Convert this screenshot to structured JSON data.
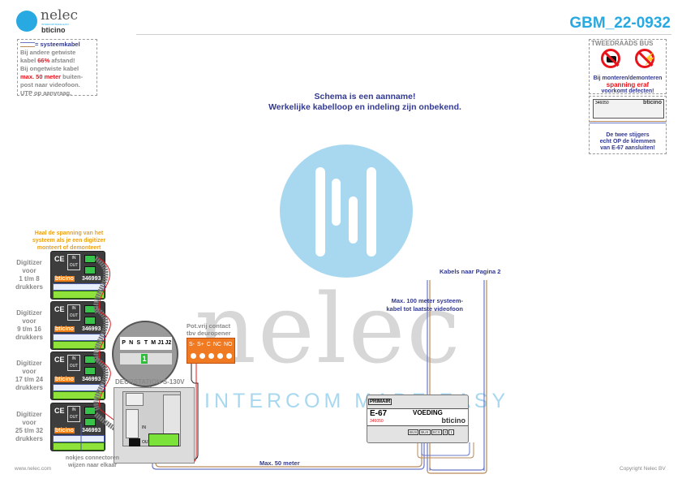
{
  "header": {
    "logo_name": "nelec",
    "logo_tagline": "INTERCOM MADE EASY",
    "logo_brand": "bticino",
    "doc_code": "GBM_22-0932"
  },
  "cable_note": {
    "legend": "= systeemkabel",
    "line1": "Bij andere getwiste",
    "line2_pre": "kabel ",
    "line2_hl": "66%",
    "line2_post": " afstand!",
    "line3": "Bij ongetwiste kabel",
    "line4_hl": "max. 50 meter",
    "line4_post": " buiten-",
    "line5": "post naar videofoon.",
    "line6": "UTP op aanvraag."
  },
  "notice": {
    "line1": "Schema is een aanname!",
    "line2": "Werkelijke kabelloop en indeling zijn onbekend."
  },
  "bus_warning": {
    "title": "TWEEDRAADS BUS",
    "line1": "Bij monteren/demonteren",
    "line2": "spanning eraf",
    "line3": "voorkomt defecten!",
    "module_code": "346050",
    "module_brand": "bticino",
    "riser_line1": "De twee stijgers",
    "riser_line2": "echt OP de klemmen",
    "riser_line3": "van E-67 aansluiten!"
  },
  "digitizer_note": {
    "line1": "Haal de spanning van het",
    "line2": "systeem als je een digitizer",
    "line3": "monteert of demonteert"
  },
  "digitizers": [
    {
      "l1": "Digitizer",
      "l2": "voor",
      "l3": "1 t/m 8",
      "l4": "drukkers",
      "code": "346993"
    },
    {
      "l1": "Digitizer",
      "l2": "voor",
      "l3": "9 t/m 16",
      "l4": "drukkers",
      "code": "346993"
    },
    {
      "l1": "Digitizer",
      "l2": "voor",
      "l3": "17 t/m 24",
      "l4": "drukkers",
      "code": "346993"
    },
    {
      "l1": "Digitizer",
      "l2": "voor",
      "l3": "25 t/m 32",
      "l4": "drukkers",
      "code": "346993"
    }
  ],
  "digitizer_ce": "CE",
  "digitizer_in": "IN",
  "digitizer_out": "OUT",
  "digitizer_brand": "bticino",
  "connector_note": {
    "line1": "nokjes connectoren",
    "line2": "wijzen naar elkaar"
  },
  "dip_switch": {
    "labels": [
      "P",
      "N",
      "S",
      "T",
      "M",
      "J1",
      "J2"
    ],
    "selected": "1"
  },
  "door_station": {
    "title": "DEURSTATION S-130V",
    "in": "IN",
    "out": "OUT"
  },
  "relay": {
    "line1": "Pot.vrij contact",
    "line2": "tbv deuropener",
    "terminals": [
      "S-",
      "S+",
      "C",
      "NC",
      "NO"
    ]
  },
  "power_supply": {
    "primary": "PRIMAIR",
    "model": "E-67",
    "label": "VOEDING",
    "code": "346050",
    "brand": "bticino",
    "terminals": [
      "BUS",
      "BUS",
      "SCS",
      "2",
      "1"
    ]
  },
  "cables": {
    "to_page2": "Kabels naar Pagina 2",
    "max100_l1": "Max. 100 meter systeem-",
    "max100_l2": "kabel tot laatste videofoon",
    "max50": "Max. 50 meter"
  },
  "watermark": {
    "name": "nelec",
    "tagline": "INTERCOM MADE EASY"
  },
  "footer": {
    "website": "www.nelec.com",
    "copyright": "Copyright Nelec BV"
  },
  "colors": {
    "accent": "#29a9e1",
    "navy": "#333a8f",
    "red": "#e8141c",
    "orange": "#e8a21c",
    "brown": "#b98a5a",
    "cable_blue": "#6a78c8"
  }
}
